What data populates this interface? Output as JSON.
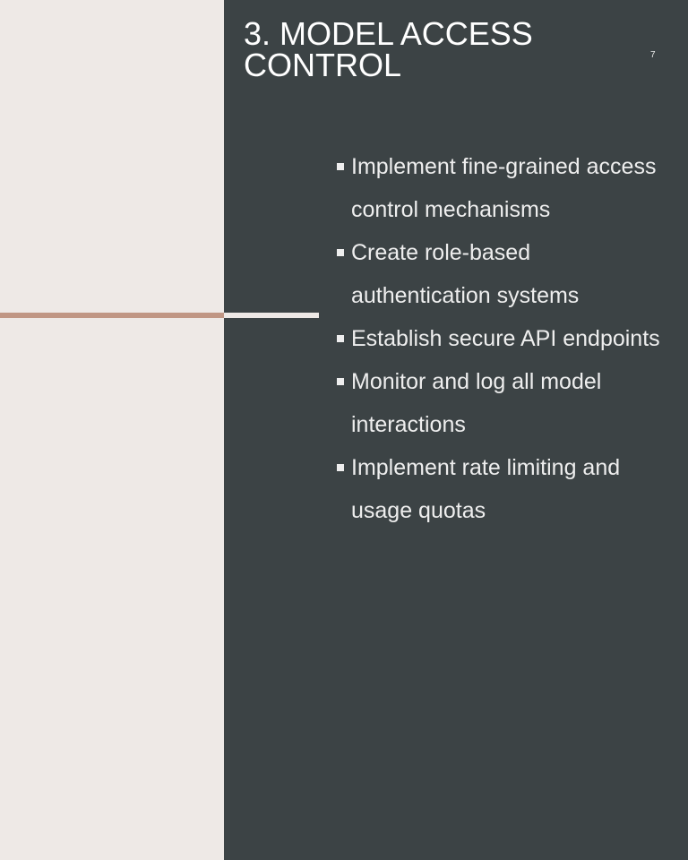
{
  "slide": {
    "title": "3. MODEL ACCESS CONTROL",
    "slide_number": "7",
    "bullets": [
      "Implement fine-grained access control mechanisms",
      "Create role-based authentication systems",
      "Establish secure API endpoints",
      "Monitor and log all model interactions",
      "Implement rate limiting and usage quotas"
    ]
  },
  "colors": {
    "left_panel": "#EEE9E6",
    "right_panel": "#3C4345",
    "accent_line": "#C09684"
  }
}
